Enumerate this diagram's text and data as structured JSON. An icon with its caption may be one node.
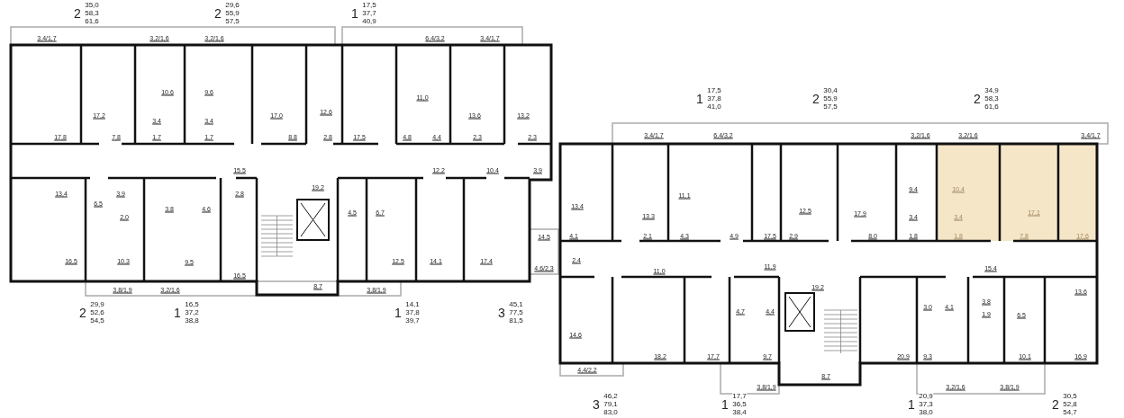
{
  "diagram": {
    "labels": [
      "2",
      "35,0",
      "58,3",
      "61,6",
      "2",
      "29,6",
      "55,9",
      "57,5",
      "1",
      "17,5",
      "37,7",
      "40,9",
      "3,4/1,7",
      "3,2/1,6",
      "3,2/1,6",
      "6,4/3,2",
      "3,4/1,7",
      "10,6",
      "9,6",
      "11,0",
      "12,6",
      "17,2",
      "17,0",
      "13,6",
      "13,2",
      "3,4",
      "3,4",
      "17,8",
      "7,8",
      "1,7",
      "1,7",
      "8,8",
      "2,8",
      "17,5",
      "4,8",
      "4,4",
      "2,3",
      "2,3",
      "1",
      "17,5",
      "37,8",
      "41,0",
      "2",
      "30,4",
      "55,9",
      "57,5",
      "2",
      "34,9",
      "58,3",
      "61,6",
      "15,5",
      "12,2",
      "10,4",
      "3,9",
      "19,2",
      "13,4",
      "3,9",
      "2,8",
      "6,5",
      "3,8",
      "4,6",
      "4,5",
      "6,7",
      "2,0",
      "14,5",
      "16,5",
      "10,3",
      "9,5",
      "12,5",
      "14,1",
      "17,4",
      "4,6/2,3",
      "16,5",
      "8,7",
      "3,8/1,9",
      "3,2/1,6",
      "3,8/1,9",
      "2",
      "29,9",
      "52,6",
      "54,5",
      "1",
      "16,5",
      "37,2",
      "38,8",
      "1",
      "14,1",
      "37,8",
      "39,7",
      "3",
      "45,1",
      "77,5",
      "81,5",
      "3,4/1,7",
      "6,4/3,2",
      "3,2/1,6",
      "3,2/1,6",
      "3,4/1,7",
      "9,4",
      "10,4",
      "11,1",
      "13,4",
      "13,3",
      "12,5",
      "17,9",
      "3,4",
      "3,4",
      "17,1",
      "4,1",
      "2,1",
      "4,3",
      "4,9",
      "17,5",
      "2,9",
      "8,0",
      "1,8",
      "1,8",
      "7,8",
      "17,6",
      "2,4",
      "11,9",
      "15,4",
      "11,0",
      "19,2",
      "13,6",
      "3,8",
      "3,0",
      "4,1",
      "4,7",
      "4,4",
      "1,9",
      "6,5",
      "14,6",
      "18,2",
      "17,7",
      "9,7",
      "20,9",
      "9,3",
      "10,1",
      "16,9",
      "4,4/2,2",
      "8,7",
      "3,8/1,9",
      "3,2/1,6",
      "3,8/1,9",
      "3",
      "46,2",
      "79,1",
      "83,0",
      "1",
      "17,7",
      "36,5",
      "38,4",
      "1",
      "20,9",
      "37,3",
      "38,0",
      "2",
      "30,5",
      "52,8",
      "54,7"
    ]
  }
}
